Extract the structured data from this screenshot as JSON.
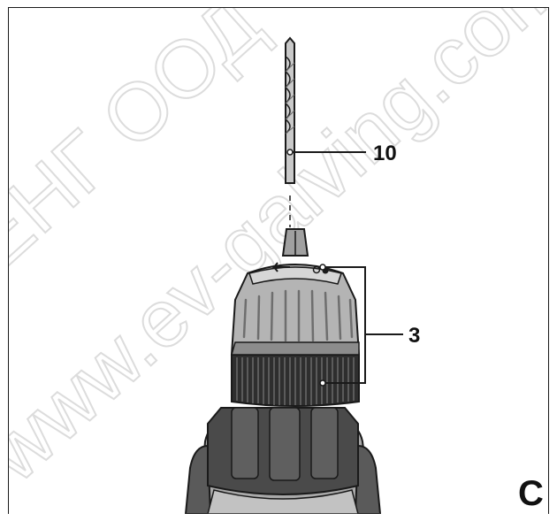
{
  "labels": {
    "bit": "10",
    "chuck": "3",
    "panel": "C"
  },
  "watermark": {
    "line1": "ЕНГ ООД",
    "line2": "www.ev-galving.com"
  },
  "colors": {
    "outline": "#1a1a1a",
    "dark_body": "#4a4a4a",
    "mid_grey": "#8c8c8c",
    "light_grey": "#c8c8c8",
    "watermark": "#d9d9d9"
  }
}
